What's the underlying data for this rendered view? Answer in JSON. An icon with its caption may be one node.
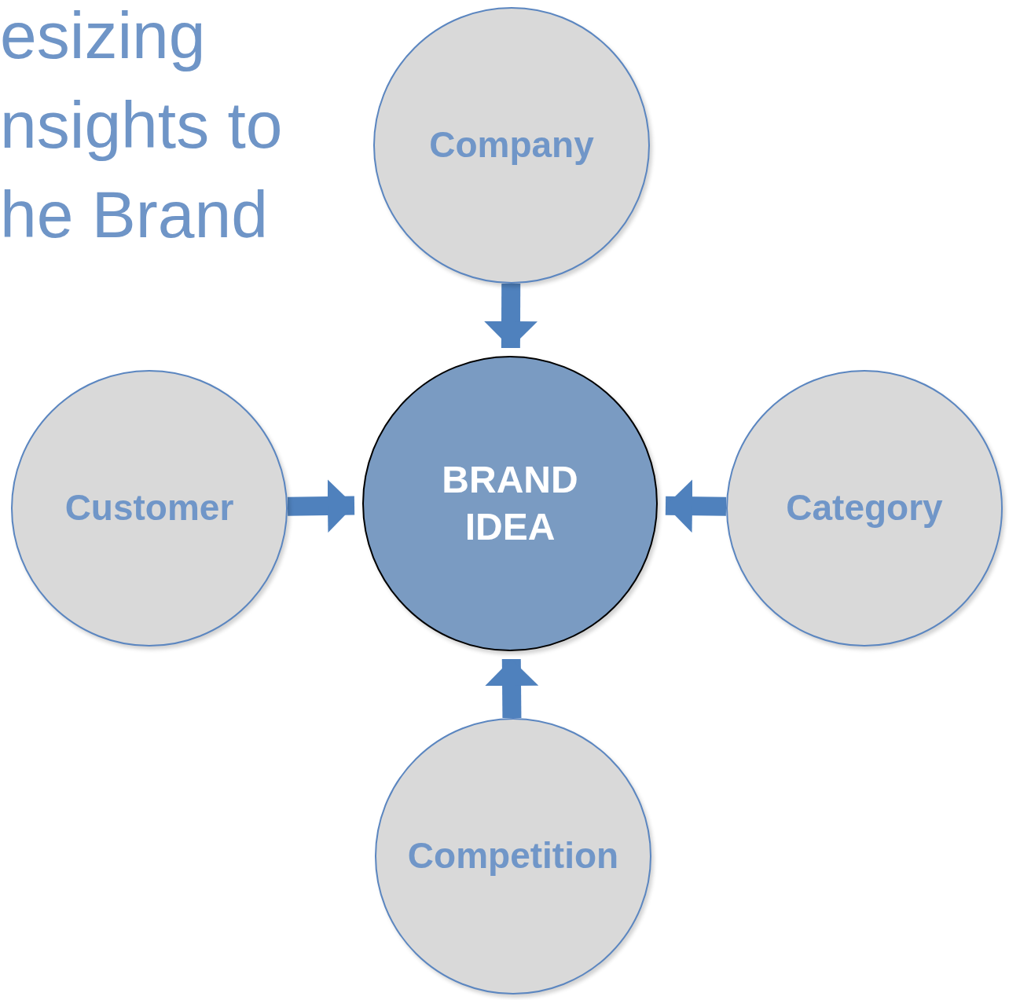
{
  "diagram": {
    "title": "esizing nsights to he Brand",
    "nodes": [
      {
        "text": [
          "Company"
        ]
      },
      {
        "text": [
          "Customer"
        ]
      },
      {
        "text": [
          "BRAND IDEA"
        ]
      },
      {
        "text": [
          "Category"
        ]
      },
      {
        "text": [
          "Competition"
        ]
      }
    ],
    "edges": [
      {
        "from": 0,
        "to": 2,
        "arrow": "to"
      },
      {
        "from": 1,
        "to": 2,
        "arrow": "to"
      },
      {
        "from": 3,
        "to": 2,
        "arrow": "to"
      },
      {
        "from": 4,
        "to": 2,
        "arrow": "to"
      }
    ]
  }
}
